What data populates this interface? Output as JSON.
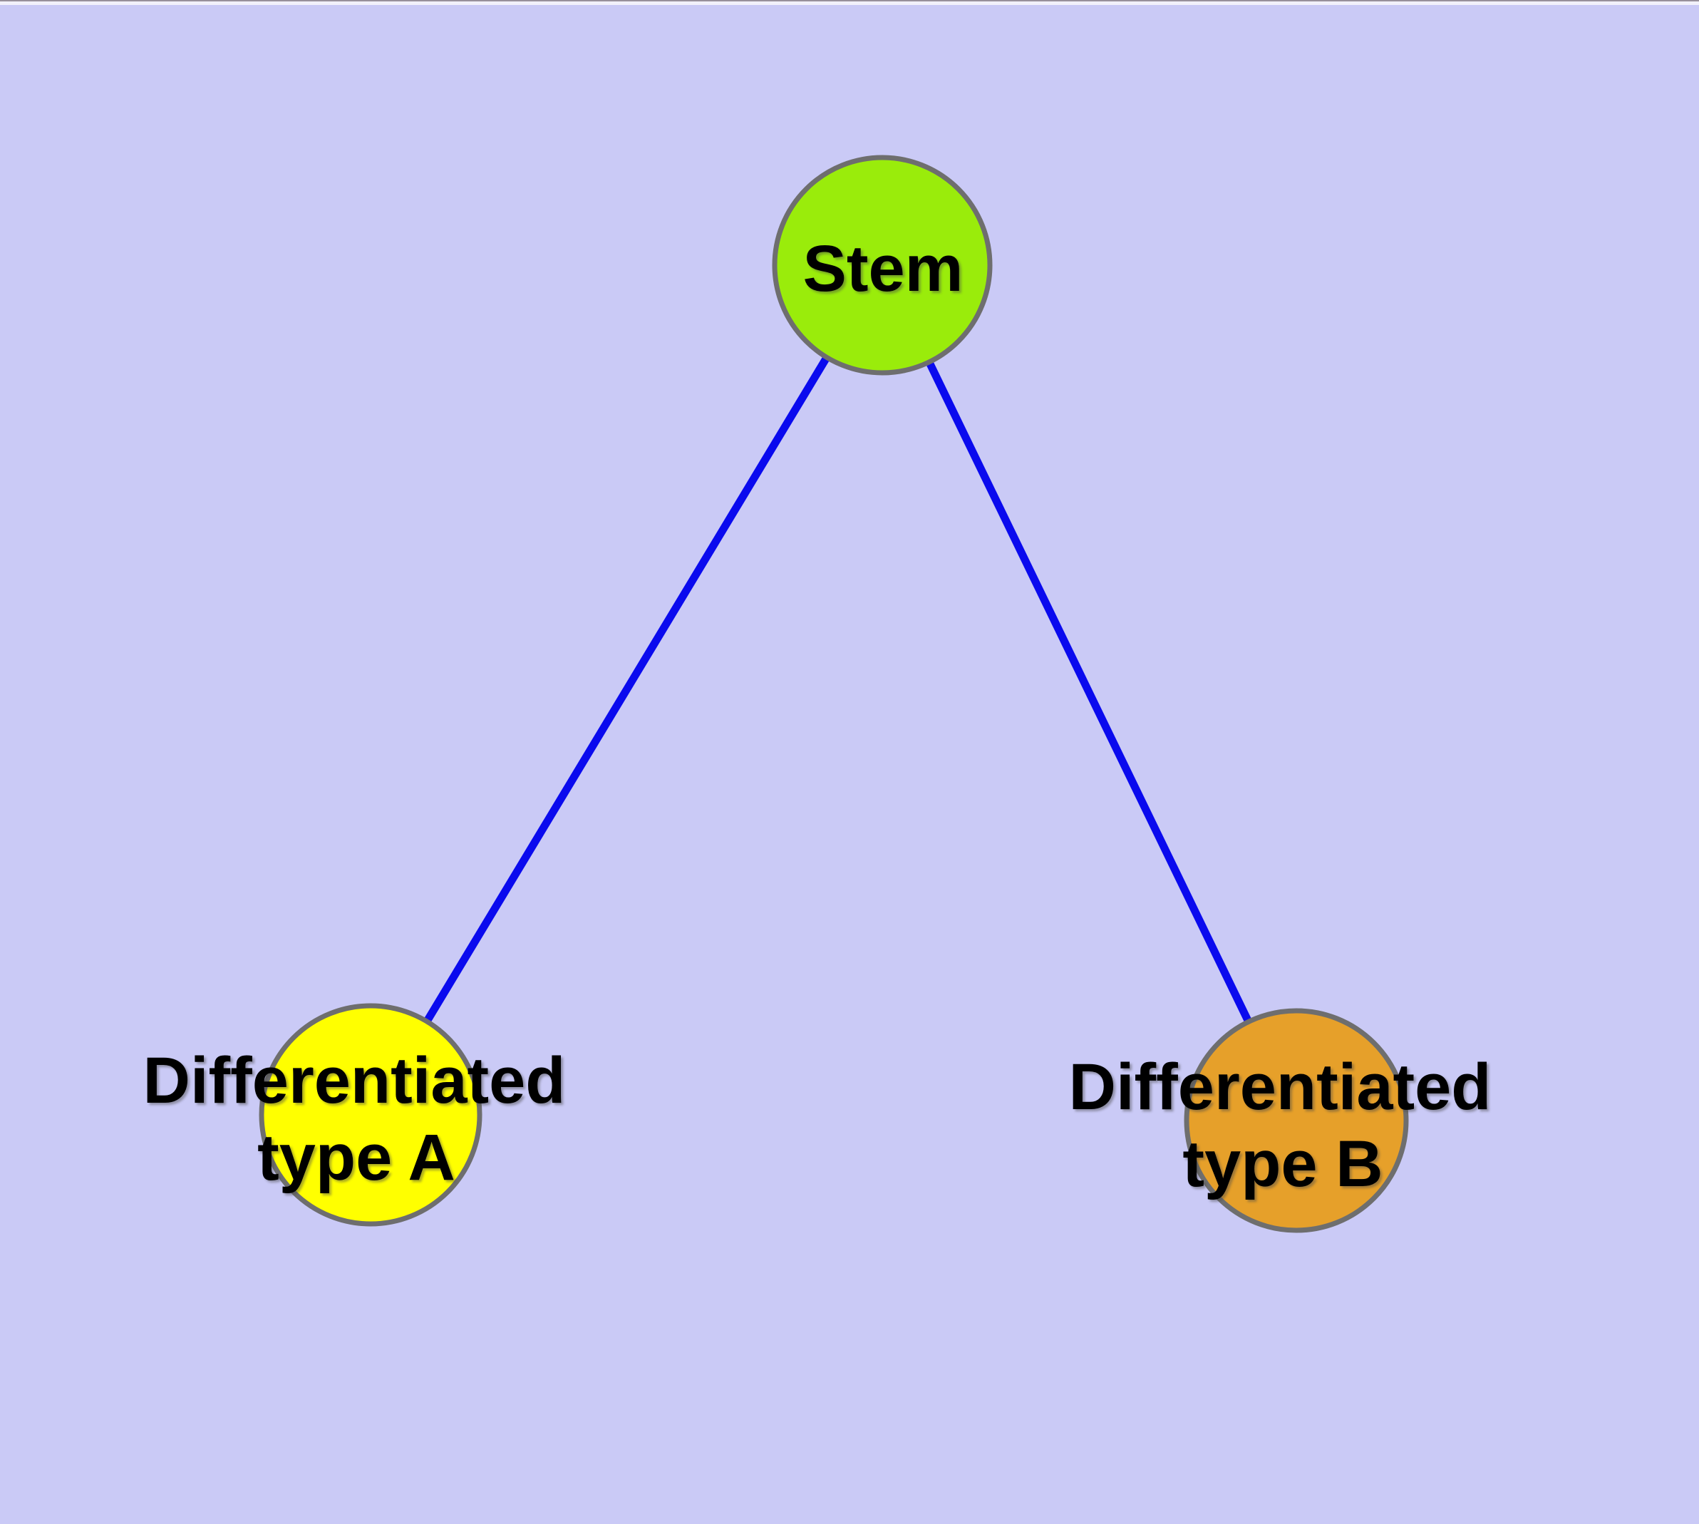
{
  "diagram": {
    "colors": {
      "background": "#cacaf6",
      "top_edge_line": "#98909b",
      "top_edge_strip": "#f2f1fb",
      "edge": "#0a0aee",
      "node_border": "#6e6e6e",
      "label": "#000000"
    },
    "nodes": [
      {
        "id": "stem",
        "label": "Stem",
        "fill": "#9aec0b"
      },
      {
        "id": "type-a",
        "label_lines": [
          "Differentiated",
          "type A"
        ],
        "fill": "#ffff00"
      },
      {
        "id": "type-b",
        "label_lines": [
          "Differentiated",
          "type B"
        ],
        "fill": "#e6a02a"
      }
    ],
    "edges": [
      {
        "from": "stem",
        "to": "type-a"
      },
      {
        "from": "stem",
        "to": "type-b"
      }
    ]
  }
}
